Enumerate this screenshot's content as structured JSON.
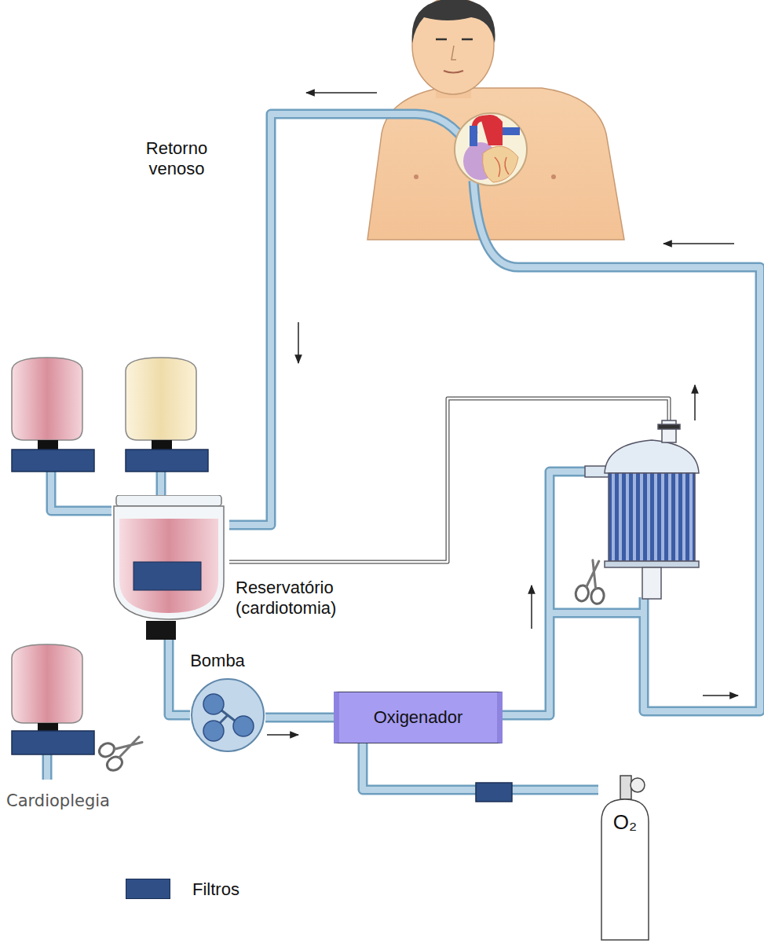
{
  "diagram": {
    "nodes": [
      {
        "text": [
          "Reservatório (cardiotomia)"
        ]
      },
      {
        "text": [
          "Bomba"
        ]
      },
      {
        "text": [
          "Oxigenador"
        ]
      },
      {
        "text": [
          "O₂"
        ]
      }
    ],
    "edges": [
      {
        "from": 0,
        "to": 1,
        "arrow": "none"
      },
      {
        "from": 1,
        "to": 2,
        "arrow": "none"
      },
      {
        "from": 3,
        "to": 2,
        "arrow": "none"
      }
    ],
    "labels": [
      "Retorno venoso",
      "Cardioplegia"
    ],
    "legend": [
      {
        "text": "Filtros",
        "color": "#2f4f86"
      }
    ]
  }
}
